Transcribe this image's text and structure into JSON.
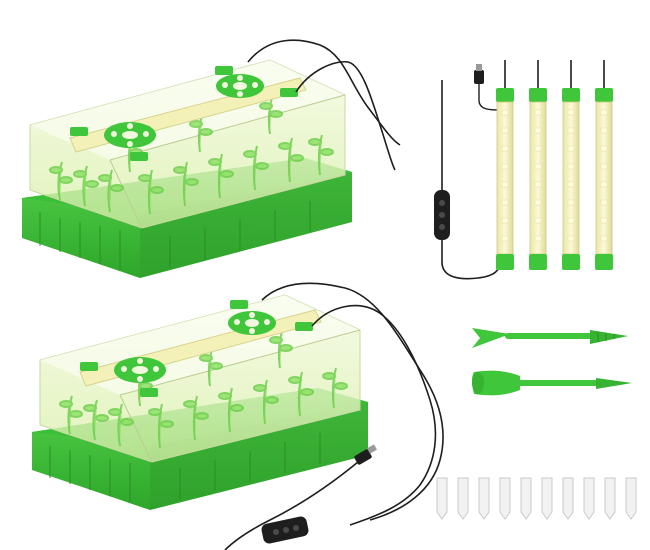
{
  "colors": {
    "tray_green": "#3fc63a",
    "tray_dark": "#2e9f2b",
    "dome_fill": "#eaf6c8",
    "seedling": "#7ed957",
    "cable": "#1e1e1e",
    "led_warm": "#f4f1b8",
    "tag_white": "#f2f2f2"
  },
  "items": {
    "kits": [
      "upper-kit",
      "lower-kit"
    ],
    "light_strip_count": 4,
    "plant_tag_count": 10,
    "tools": [
      "dibber-fork",
      "scoop-spoon"
    ]
  }
}
